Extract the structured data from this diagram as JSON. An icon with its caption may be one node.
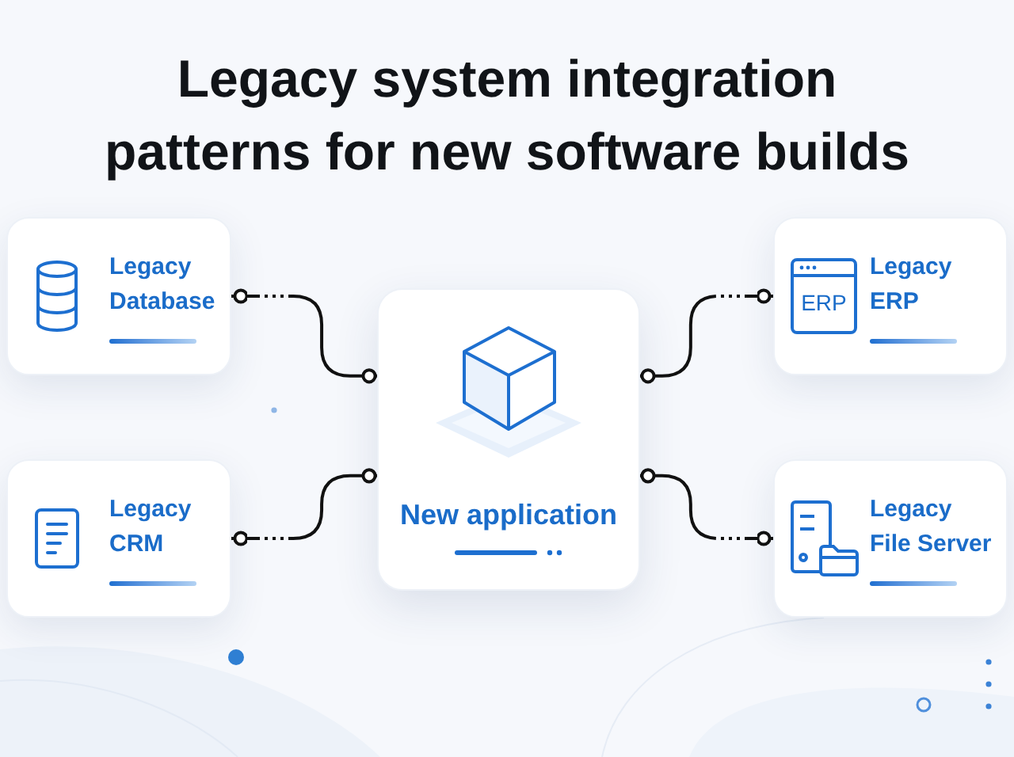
{
  "diagram": {
    "title": "Legacy system integration patterns for new software builds",
    "nodes": [
      {
        "text": [
          "Legacy Database"
        ]
      },
      {
        "text": [
          "ERP",
          "Legacy ERP"
        ]
      },
      {
        "text": [
          "New application"
        ]
      },
      {
        "text": [
          "Legacy CRM"
        ]
      },
      {
        "text": [
          "Legacy File Server"
        ]
      }
    ],
    "edges": [
      {
        "from": 0,
        "to": 2,
        "arrow": "other"
      },
      {
        "from": 1,
        "to": 2,
        "arrow": "other"
      },
      {
        "from": 3,
        "to": 2,
        "arrow": "other"
      },
      {
        "from": 4,
        "to": 2,
        "arrow": "other"
      }
    ]
  }
}
